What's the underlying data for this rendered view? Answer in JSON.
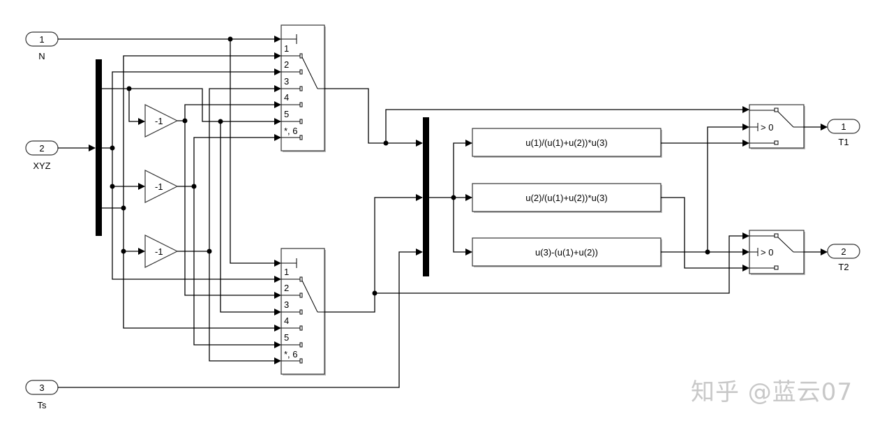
{
  "inports": [
    {
      "number": "1",
      "label": "N"
    },
    {
      "number": "2",
      "label": "XYZ"
    },
    {
      "number": "3",
      "label": "Ts"
    }
  ],
  "outports": [
    {
      "number": "1",
      "label": "T1"
    },
    {
      "number": "2",
      "label": "T2"
    }
  ],
  "gains": [
    {
      "value": "-1"
    },
    {
      "value": "-1"
    },
    {
      "value": "-1"
    }
  ],
  "multiport_switch": {
    "port_labels": [
      "1",
      "2",
      "3",
      "4",
      "5",
      "*, 6"
    ]
  },
  "fcn_blocks": [
    {
      "expression": "u(1)/(u(1)+u(2))*u(3)"
    },
    {
      "expression": "u(2)/(u(1)+u(2))*u(3)"
    },
    {
      "expression": "u(3)-(u(1)+u(2))"
    }
  ],
  "switch_threshold": "> 0",
  "watermark": "知乎 @蓝云07"
}
